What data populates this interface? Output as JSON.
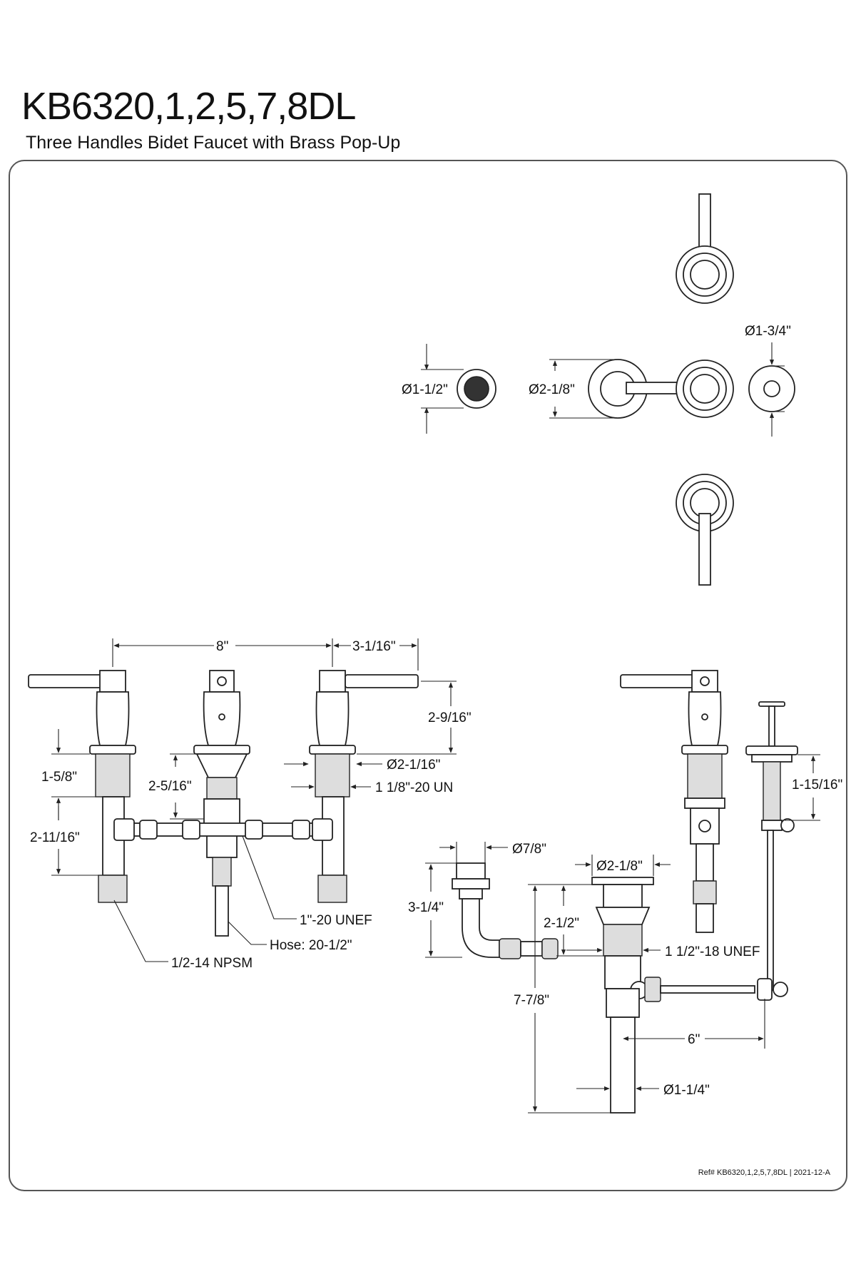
{
  "header": {
    "model": "KB6320,1,2,5,7,8DL",
    "description": "Three Handles Bidet Faucet with Brass Pop-Up"
  },
  "top_view": {
    "dim_popup_knob": "Ø1-1/2\"",
    "dim_spout_flange": "Ø2-1/8\"",
    "dim_handle_flange": "Ø1-3/4\""
  },
  "front_view": {
    "dim_center_spread": "8\"",
    "dim_handle_reach": "3-1/16\"",
    "dim_handle_height": "2-9/16\"",
    "dim_flange_height": "1-5/8\"",
    "dim_flange_dia": "Ø2-1/16\"",
    "dim_shank_thread": "1 1/8\"-20 UN",
    "dim_spout_body": "2-5/16\"",
    "dim_shank_length": "2-11/16\"",
    "dim_tee_thread": "1\"-20 UNEF",
    "dim_supply_thread": "1/2-14 NPSM",
    "dim_hose": "Hose: 20-1/2\""
  },
  "side_view": {
    "dim_rod_height": "1-15/16\"",
    "dim_elbow_dia": "Ø7/8\"",
    "dim_elbow_height": "3-1/4\"",
    "dim_drain_flange": "Ø2-1/8\"",
    "dim_drain_depth": "2-1/2\"",
    "dim_drain_thread": "1 1/2\"-18 UNEF",
    "dim_drain_total": "7-7/8\"",
    "dim_rod_reach": "6\"",
    "dim_tailpiece": "Ø1-1/4\""
  },
  "footer": {
    "revision": "Ref# KB6320,1,2,5,7,8DL | 2021-12-A"
  }
}
